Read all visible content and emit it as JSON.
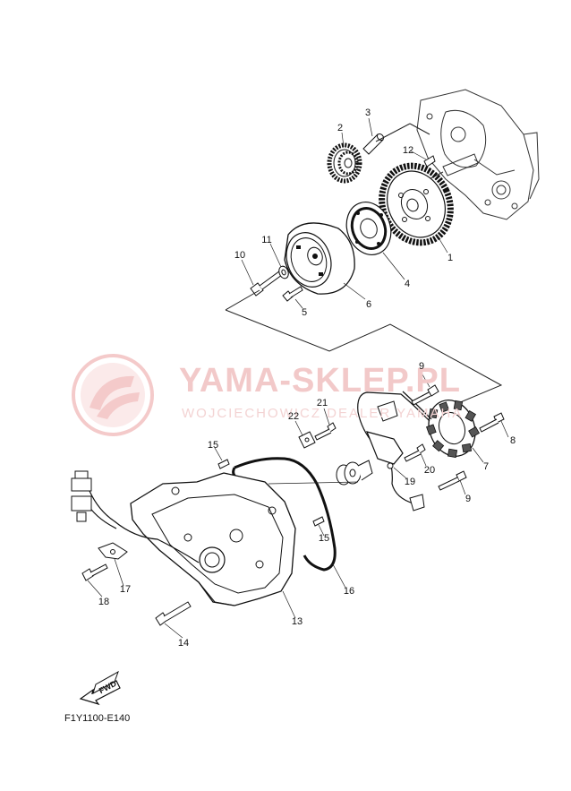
{
  "watermark": {
    "title": "YAMA-SKLEP.PL",
    "subtitle": "WOJCIECHOWICZ DEALER YAMAHA"
  },
  "fwd_arrow": {
    "label": "FWD"
  },
  "diagram_code": "F1Y1100-E140",
  "callouts": [
    {
      "id": "p1",
      "label": "1"
    },
    {
      "id": "p2",
      "label": "2"
    },
    {
      "id": "p3",
      "label": "3"
    },
    {
      "id": "p4",
      "label": "4"
    },
    {
      "id": "p5",
      "label": "5"
    },
    {
      "id": "p6",
      "label": "6"
    },
    {
      "id": "p7",
      "label": "7"
    },
    {
      "id": "p8",
      "label": "8"
    },
    {
      "id": "p9a",
      "label": "9"
    },
    {
      "id": "p9b",
      "label": "9"
    },
    {
      "id": "p10",
      "label": "10"
    },
    {
      "id": "p11",
      "label": "11"
    },
    {
      "id": "p12",
      "label": "12"
    },
    {
      "id": "p13",
      "label": "13"
    },
    {
      "id": "p14",
      "label": "14"
    },
    {
      "id": "p15a",
      "label": "15"
    },
    {
      "id": "p15b",
      "label": "15"
    },
    {
      "id": "p16",
      "label": "16"
    },
    {
      "id": "p17",
      "label": "17"
    },
    {
      "id": "p18",
      "label": "18"
    },
    {
      "id": "p19",
      "label": "19"
    },
    {
      "id": "p20",
      "label": "20"
    },
    {
      "id": "p21",
      "label": "21"
    },
    {
      "id": "p22",
      "label": "22"
    }
  ]
}
